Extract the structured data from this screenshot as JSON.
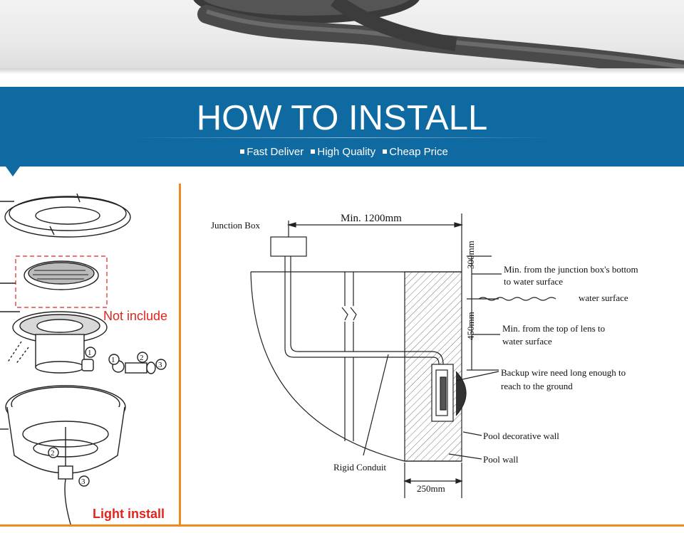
{
  "banner": {
    "title": "HOW TO INSTALL",
    "features": [
      "Fast Deliver",
      "High Quality",
      "Cheap Price"
    ]
  },
  "left_panel": {
    "not_include": "Not include",
    "light_install": "Light install",
    "callouts": [
      "1",
      "2",
      "3",
      "1",
      "2",
      "3"
    ]
  },
  "diagram": {
    "junction_box": "Junction Box",
    "min_distance": "Min. 1200mm",
    "dim_300": "300mm",
    "dim_450": "450mm",
    "dim_250": "250mm",
    "note_junction": [
      "Min. from the junction box's bottom",
      "to water surface"
    ],
    "water_surface": "water surface",
    "note_lens": [
      "Min. from the top of lens to",
      "water surface"
    ],
    "note_backup": [
      "Backup wire need long enough to",
      "reach to the ground"
    ],
    "pool_decorative_wall": "Pool decorative wall",
    "pool_wall": "Pool wall",
    "rigid_conduit": "Rigid Conduit"
  },
  "colors": {
    "banner": "#0f6aa1",
    "accent_orange": "#f08a1e",
    "red_text": "#e0251c"
  }
}
